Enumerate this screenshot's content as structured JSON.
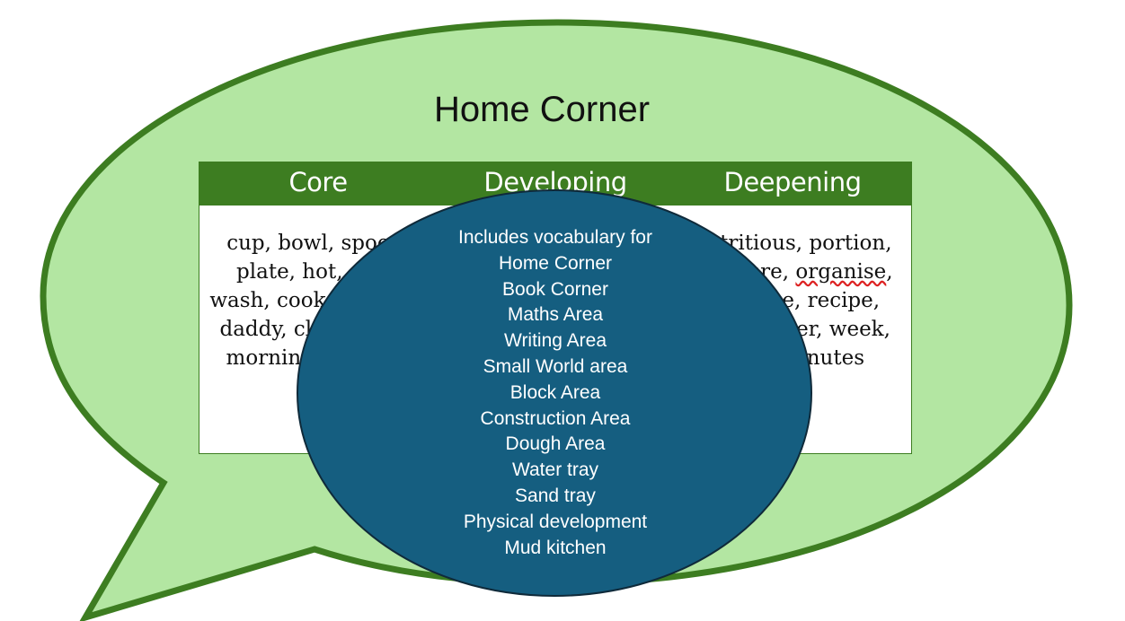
{
  "colors": {
    "bubble_fill": "#b3e6a2",
    "bubble_stroke": "#3d7d21",
    "table_header": "#3d7d21",
    "ellipse_fill": "#155e80"
  },
  "title": "Home Corner",
  "table": {
    "headers": [
      "Core",
      "Developing",
      "Deepening"
    ],
    "core_cell": "cup, bowl, spoon, plate, hot, cold, wash, cook, mummy, daddy, clean, dirty, morning, evening",
    "developing_cell": "",
    "deepening_cell_before": "nutritious, portion, measure, ",
    "deepening_flagged_word": "organise",
    "deepening_cell_after": ", combine, recipe, chef, server, week, hour, minutes"
  },
  "overlay": {
    "intro": "Includes vocabulary for",
    "areas": [
      "Home Corner",
      "Book Corner",
      "Maths Area",
      "Writing Area",
      "Small World area",
      "Block Area",
      "Construction Area",
      "Dough Area",
      "Water tray",
      "Sand tray",
      "Physical development",
      "Mud kitchen"
    ]
  }
}
